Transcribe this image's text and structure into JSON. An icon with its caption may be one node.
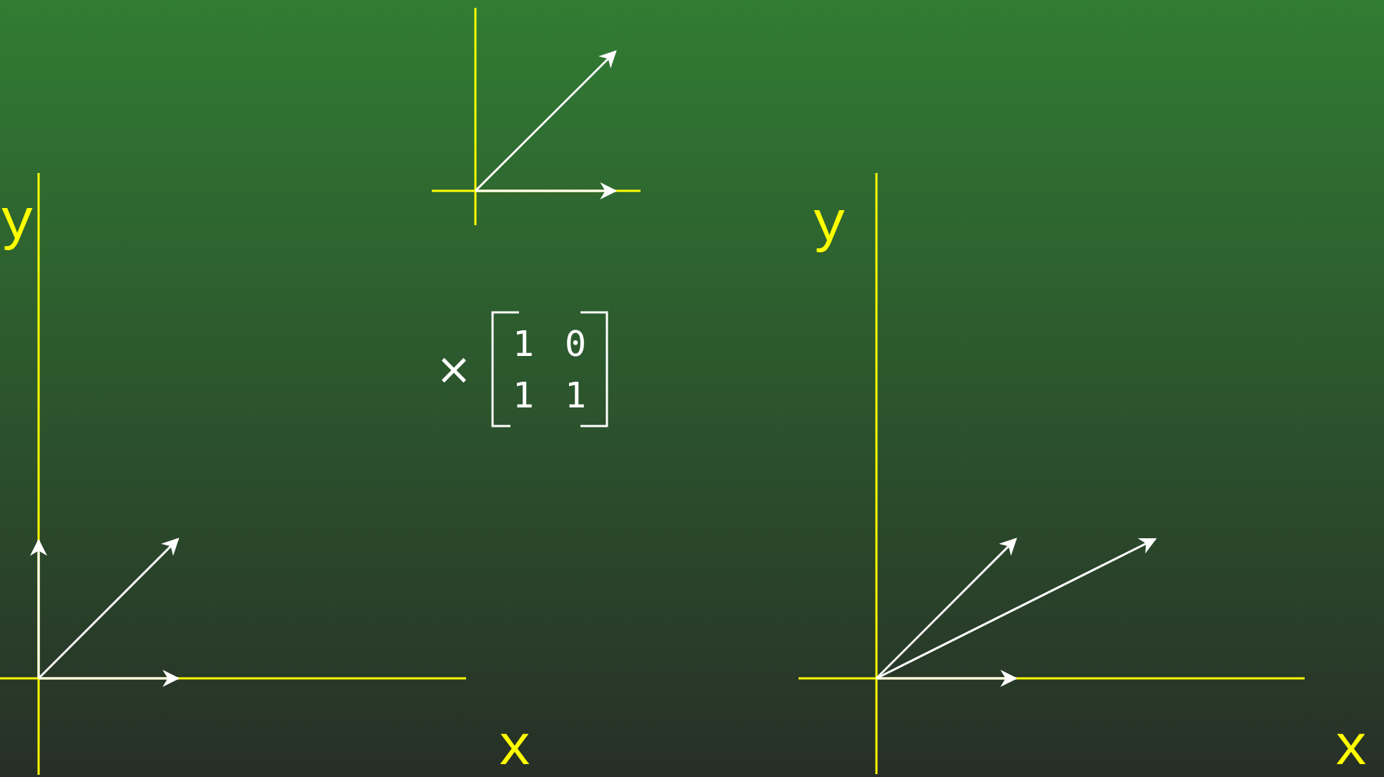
{
  "diagram": {
    "labels": [
      "y",
      "×",
      "1",
      "0",
      "1",
      "1",
      "y",
      "x",
      "x"
    ]
  }
}
